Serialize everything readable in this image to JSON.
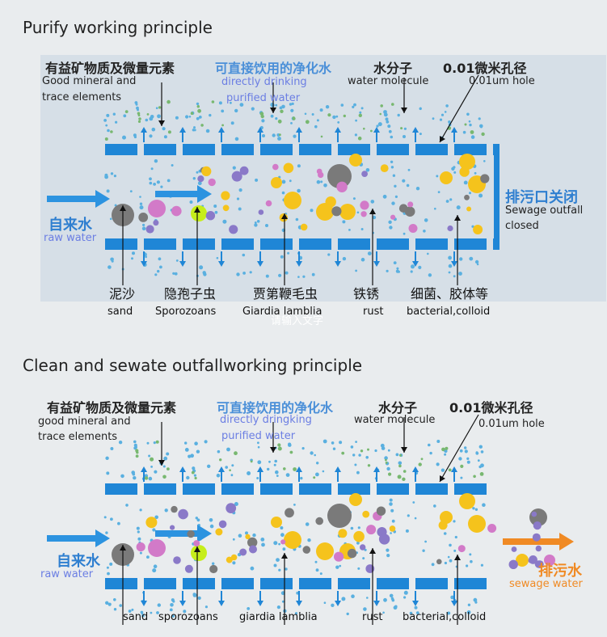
{
  "section1": {
    "title": "Purify working principle",
    "labels": {
      "mineral_cn": "有益矿物质及微量元素",
      "mineral_en_1": "Good mineral and",
      "mineral_en_2": "trace elements",
      "purified_cn": "可直接饮用的净化水",
      "purified_en_1": "directly drinking",
      "purified_en_2": "purified water",
      "molecule_cn": "水分子",
      "molecule_en": "water molecule",
      "hole_cn": "0.01微米孔径",
      "hole_en": "0.01um hole",
      "outfall_cn": "排污口关闭",
      "outfall_en_1": "Sewage outfall",
      "outfall_en_2": "closed",
      "raw_cn": "自来水",
      "raw_en": "raw water"
    },
    "bottom": [
      {
        "cn": "泥沙",
        "en": "sand"
      },
      {
        "cn": "隐孢子虫",
        "en": "Sporozoans"
      },
      {
        "cn": "贾第鞭毛虫",
        "en": "Giardia lamblia"
      },
      {
        "cn": "铁锈",
        "en": "rust"
      },
      {
        "cn": "细菌、胶体等",
        "en": "bacterial,colloid"
      }
    ],
    "overlay": "请输入文字"
  },
  "section2": {
    "title": "Clean and sewate outfallworking principle",
    "labels": {
      "mineral_cn": "有益矿物质及微量元素",
      "mineral_en_1": "good mineral and",
      "mineral_en_2": "trace elements",
      "purified_cn": "可直接饮用的净化水",
      "purified_en_1": "directly dringking",
      "purified_en_2": "purified water",
      "molecule_cn": "水分子",
      "molecule_en": "water molecule",
      "hole_cn": "0.01微米孔径",
      "hole_en": "0.01um hole",
      "sewage_cn": "排污水",
      "sewage_en": "sewage water",
      "raw_cn": "自来水",
      "raw_en": "raw water"
    },
    "bottom": [
      {
        "en": "sand"
      },
      {
        "en": "sporozoans"
      },
      {
        "en": "giardia lamblia"
      },
      {
        "en": "rust"
      },
      {
        "en": "bacterial,colloid"
      }
    ]
  },
  "colors": {
    "membrane": "#1f86d6",
    "arrow_blue": "#2c93e0",
    "arrow_orange": "#f08a24",
    "gold": "#f5c31c",
    "lime": "#c6ee1a",
    "pink": "#d27ac8",
    "purple": "#8a79c8",
    "grey": "#7a7a7a",
    "dot_blue": "#5ab0e0",
    "dot_green": "#78b870"
  }
}
